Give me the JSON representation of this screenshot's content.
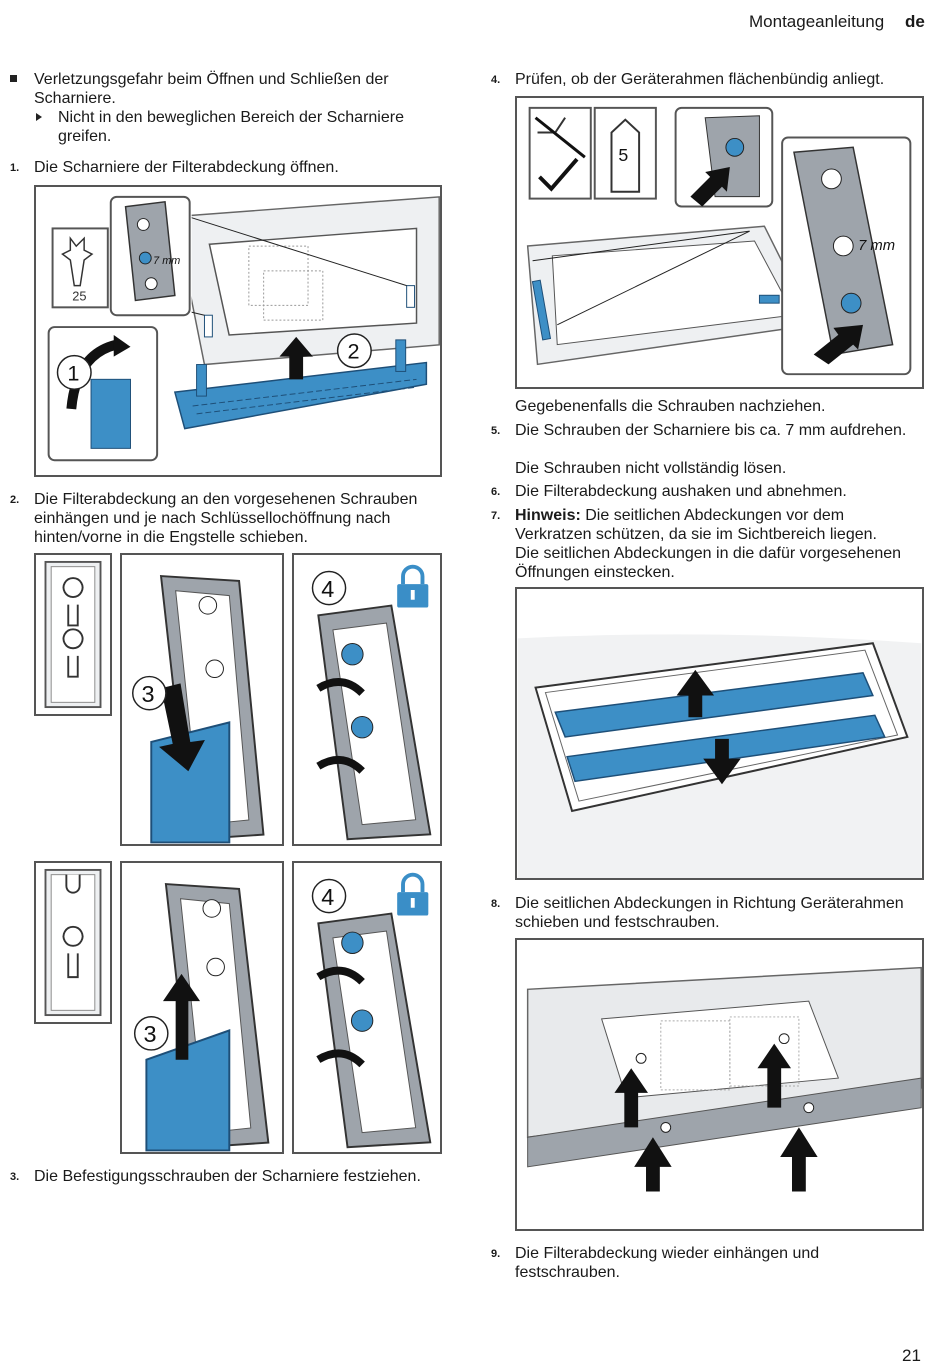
{
  "header": {
    "title": "Montageanleitung",
    "lang": "de"
  },
  "left": {
    "warning": "Verletzungsgefahr beim Öffnen und Schließen der Scharniere.",
    "warning_sub": "Nicht in den beweglichen Bereich der Scharniere greifen.",
    "step1": {
      "num": "1.",
      "text": "Die Scharniere der Filterabdeckung öffnen."
    },
    "step2": {
      "num": "2.",
      "text": "Die Filterabdeckung an den vorgesehenen Schrauben einhängen und je nach Schlüssellochöffnung nach hinten/vorne in die Engstelle schieben."
    },
    "step3": {
      "num": "3.",
      "text": "Die Befestigungsschrauben der Scharniere festziehen."
    }
  },
  "right": {
    "step4": {
      "num": "4.",
      "text": "Prüfen, ob der Geräterahmen flächenbündig anliegt."
    },
    "after4": "Gegebenenfalls die Schrauben nachziehen.",
    "step5": {
      "num": "5.",
      "text": "Die Schrauben der Scharniere bis ca. 7 mm aufdrehen.",
      "sub": "Die Schrauben nicht vollständig lösen."
    },
    "step6": {
      "num": "6.",
      "text": "Die Filterabdeckung aushaken und abnehmen."
    },
    "step7": {
      "num": "7.",
      "label": "Hinweis:",
      "text": "Die seitlichen Abdeckungen vor dem Verkratzen schützen, da sie im Sichtbereich liegen.",
      "sub": "Die seitlichen Abdeckungen in die dafür vorgesehenen Öffnungen einstecken."
    },
    "step8": {
      "num": "8.",
      "text": "Die seitlichen Abdeckungen in Richtung Geräterahmen schieben und festschrauben."
    },
    "step9": {
      "num": "9.",
      "text": "Die Filterabdeckung wieder einhängen und festschrauben."
    }
  },
  "figures": {
    "fig1": {
      "measure": "7 mm",
      "tool": "25",
      "badge1": "1",
      "badge2": "2"
    },
    "fig2": {
      "badge3": "3",
      "badge4": "4"
    },
    "fig3": {
      "badge3": "3",
      "badge4": "4"
    },
    "fig4": {
      "measure": "7 mm",
      "badge5": "5"
    }
  },
  "colors": {
    "accent_blue": "#3d8fc6",
    "lock_blue": "#3a8ec7",
    "frame_gray": "#555555"
  },
  "page_number": "21"
}
